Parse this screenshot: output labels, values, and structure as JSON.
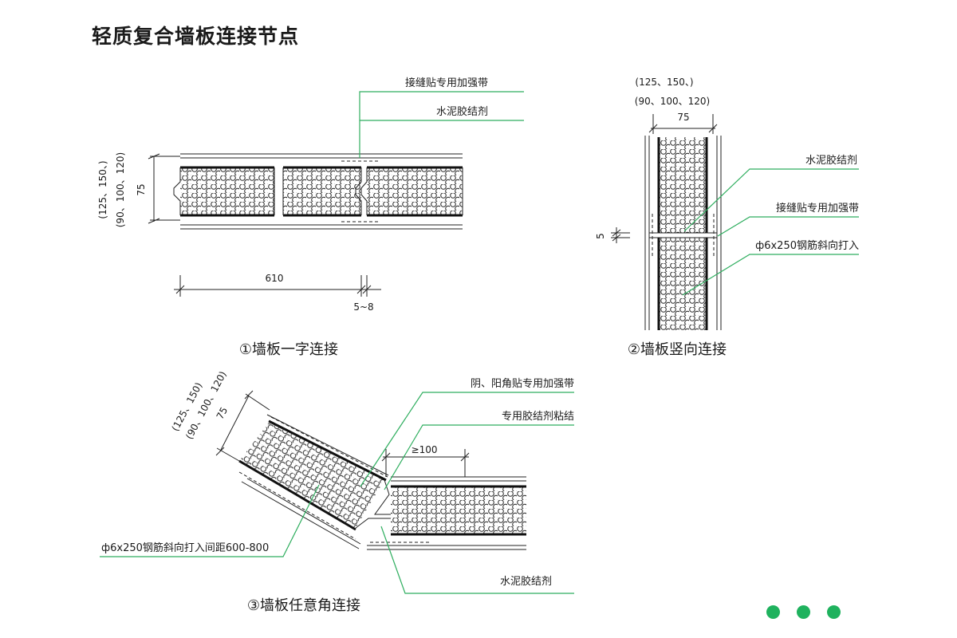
{
  "title": "轻质复合墙板连接节点",
  "colors": {
    "accent": "#2fae5f",
    "pager": "#1fb25e",
    "line": "#222222"
  },
  "detail1": {
    "caption": "①墙板一字连接",
    "callout_tape": "接缝贴专用加强带",
    "callout_cement": "水泥胶结剂",
    "thickness_options": "(125、150、)",
    "thickness_options2": "(90、100、120)",
    "thickness": "75",
    "width": "610",
    "gap": "5~8"
  },
  "detail2": {
    "caption": "②墙板竖向连接",
    "thickness_options": "(125、150、)",
    "thickness_options2": "(90、100、120)",
    "thickness": "75",
    "callout_cement": "水泥胶结剂",
    "callout_tape": "接缝贴专用加强带",
    "callout_rebar": "ф6x250钢筋斜向打入",
    "gap": "5"
  },
  "detail3": {
    "caption": "③墙板任意角连接",
    "thickness_options": "(125、150)",
    "thickness_options2": "(90、100、120)",
    "thickness": "75",
    "callout_corner_tape": "阴、阳角贴专用加强带",
    "callout_adhesive": "专用胶结剂粘结",
    "overlap": "≥100",
    "callout_rebar": "ф6x250钢筋斜向打入间距600-800",
    "callout_cement": "水泥胶结剂"
  },
  "pager": {
    "pages": 3
  }
}
